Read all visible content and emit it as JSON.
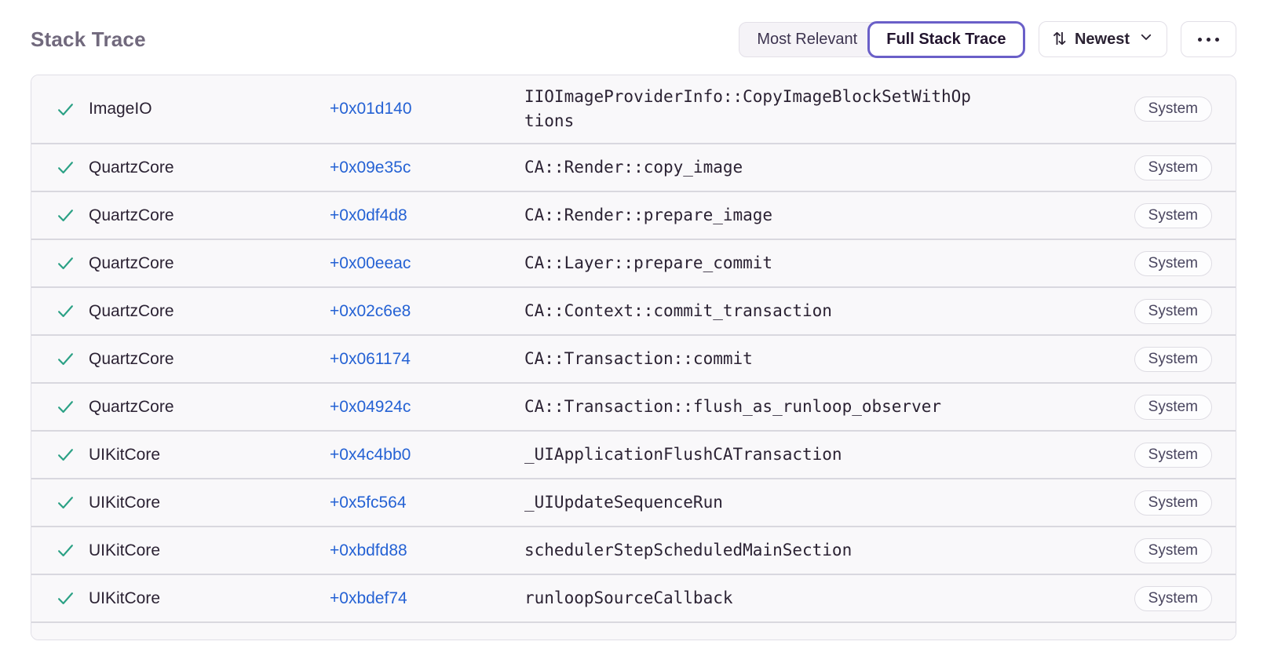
{
  "header": {
    "title": "Stack Trace",
    "view_toggle": {
      "most_relevant_label": "Most Relevant",
      "full_stack_trace_label": "Full Stack Trace",
      "selected": "Full Stack Trace"
    },
    "sort": {
      "label": "Newest",
      "icon": "sort-arrows-icon",
      "glyph": "⇅"
    },
    "more_icon": "ellipsis-icon"
  },
  "colors": {
    "accent_purple": "#6a5fc8",
    "link_blue": "#2562d4",
    "success_green": "#2ba185",
    "row_background": "#f9f8fa",
    "separator": "#d9d8df",
    "muted_heading": "#71697d"
  },
  "table": {
    "rows": [
      {
        "module": "ImageIO",
        "address": "+0x01d140",
        "function": "IIOImageProviderInfo::CopyImageBlockSetWithOptions",
        "badge": "System",
        "status_icon": "check-icon"
      },
      {
        "module": "QuartzCore",
        "address": "+0x09e35c",
        "function": "CA::Render::copy_image",
        "badge": "System",
        "status_icon": "check-icon"
      },
      {
        "module": "QuartzCore",
        "address": "+0x0df4d8",
        "function": "CA::Render::prepare_image",
        "badge": "System",
        "status_icon": "check-icon"
      },
      {
        "module": "QuartzCore",
        "address": "+0x00eeac",
        "function": "CA::Layer::prepare_commit",
        "badge": "System",
        "status_icon": "check-icon"
      },
      {
        "module": "QuartzCore",
        "address": "+0x02c6e8",
        "function": "CA::Context::commit_transaction",
        "badge": "System",
        "status_icon": "check-icon"
      },
      {
        "module": "QuartzCore",
        "address": "+0x061174",
        "function": "CA::Transaction::commit",
        "badge": "System",
        "status_icon": "check-icon"
      },
      {
        "module": "QuartzCore",
        "address": "+0x04924c",
        "function": "CA::Transaction::flush_as_runloop_observer",
        "badge": "System",
        "status_icon": "check-icon"
      },
      {
        "module": "UIKitCore",
        "address": "+0x4c4bb0",
        "function": "_UIApplicationFlushCATransaction",
        "badge": "System",
        "status_icon": "check-icon"
      },
      {
        "module": "UIKitCore",
        "address": "+0x5fc564",
        "function": "_UIUpdateSequenceRun",
        "badge": "System",
        "status_icon": "check-icon"
      },
      {
        "module": "UIKitCore",
        "address": "+0xbdfd88",
        "function": "schedulerStepScheduledMainSection",
        "badge": "System",
        "status_icon": "check-icon"
      },
      {
        "module": "UIKitCore",
        "address": "+0xbdef74",
        "function": "runloopSourceCallback",
        "badge": "System",
        "status_icon": "check-icon"
      }
    ]
  }
}
